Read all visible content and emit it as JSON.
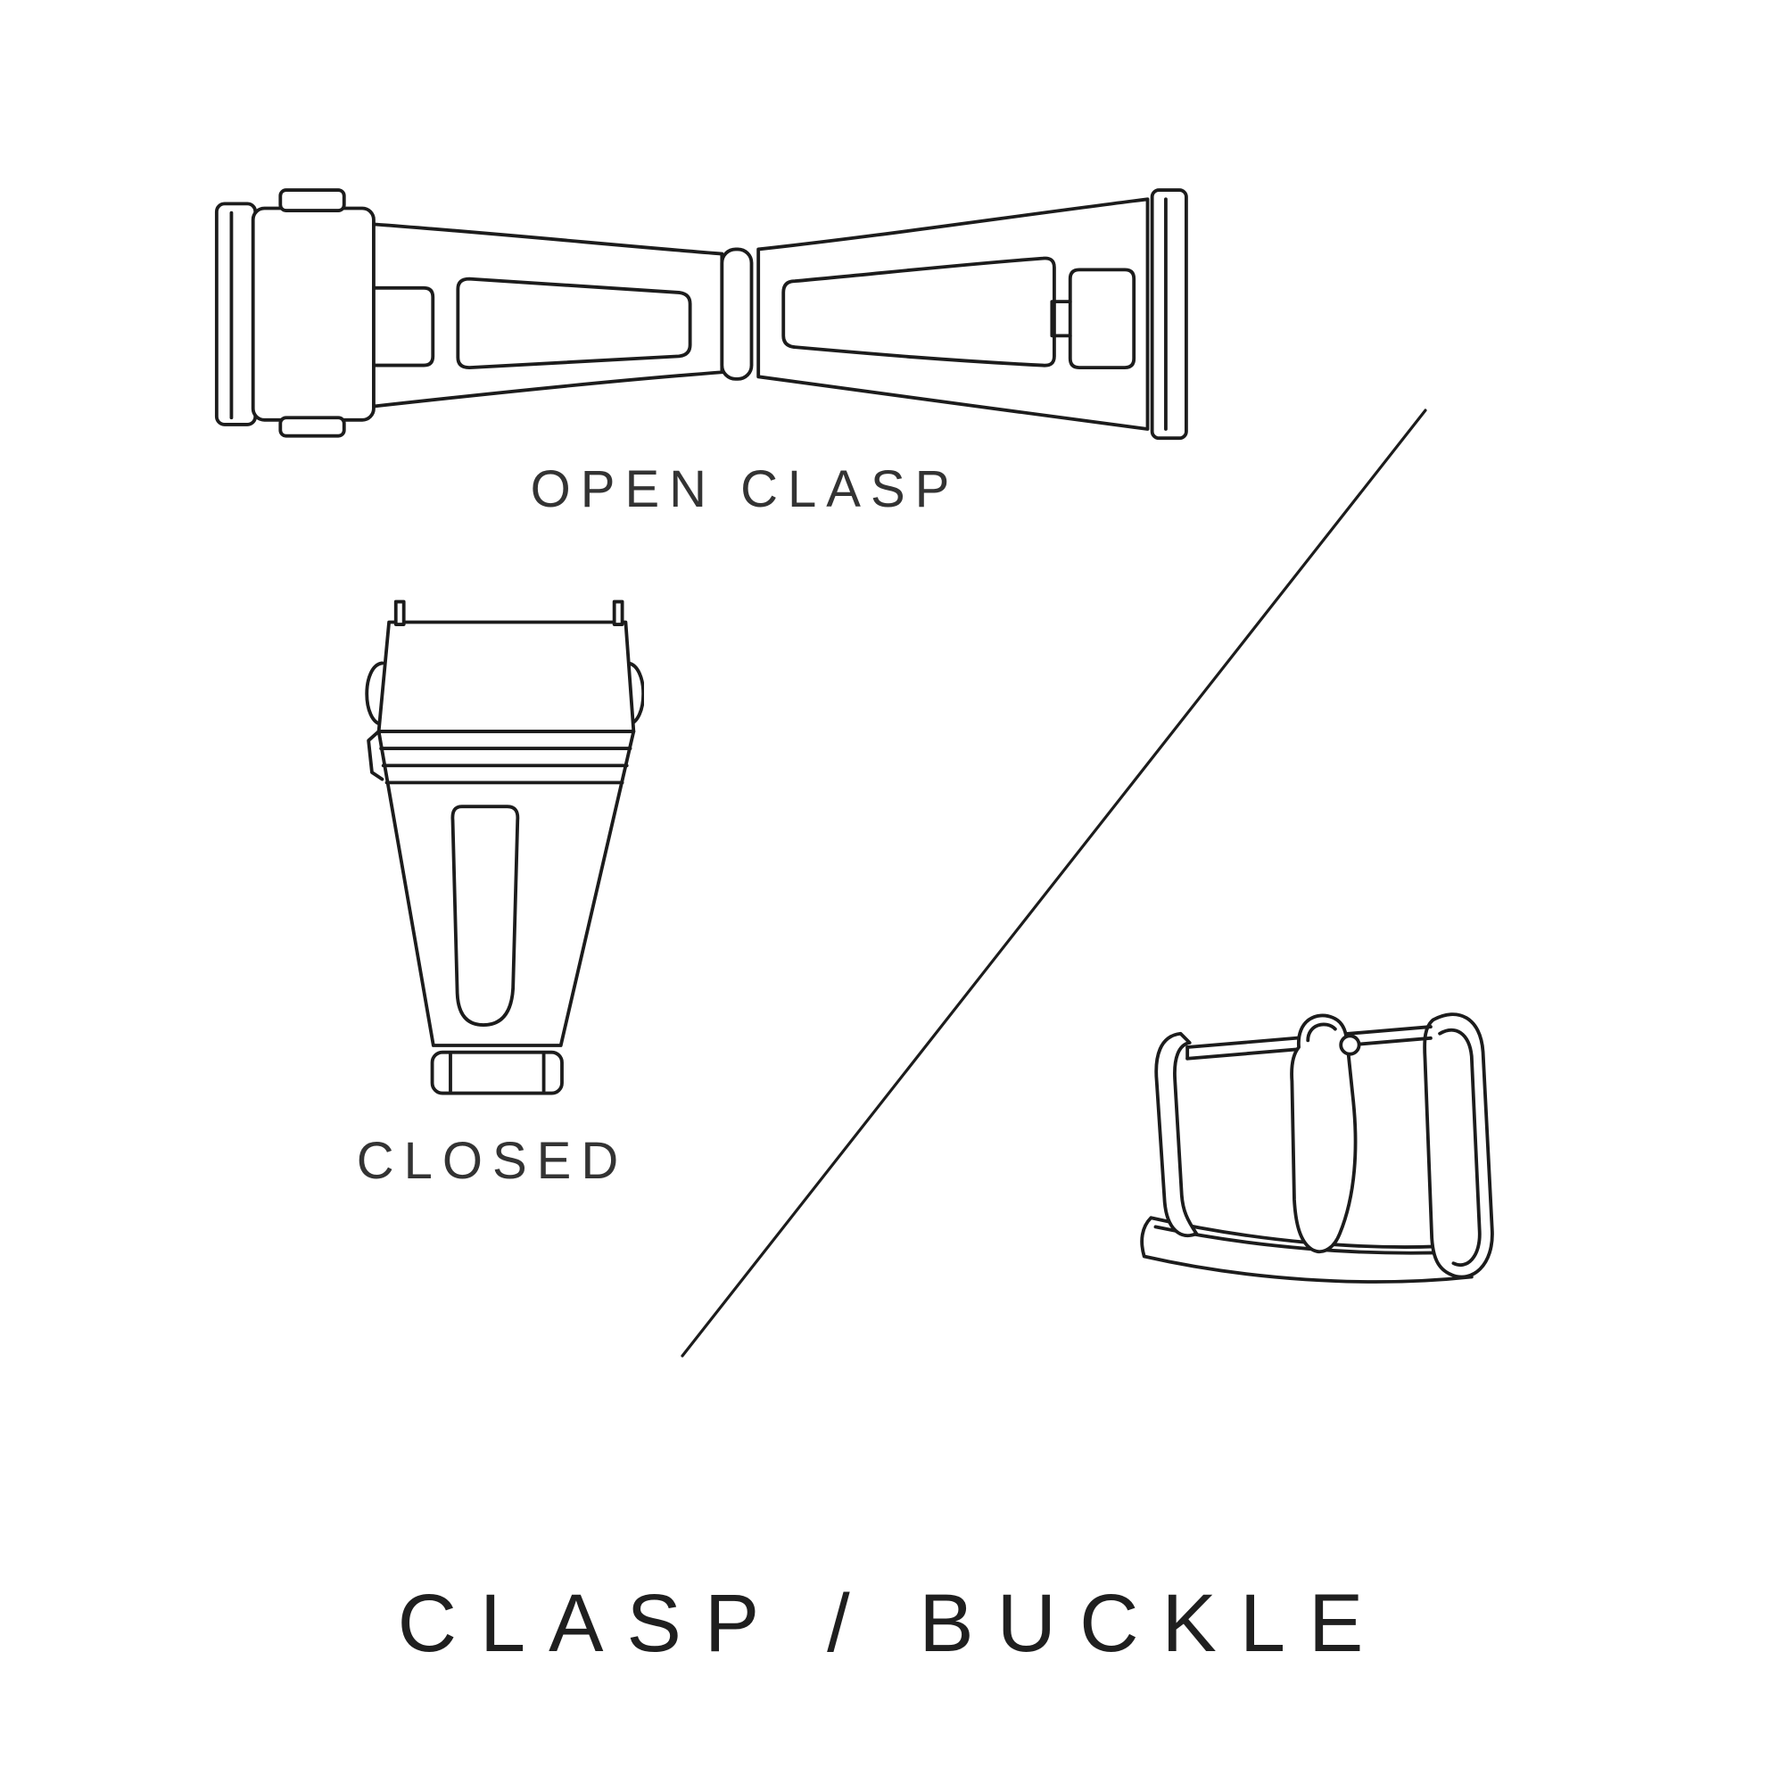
{
  "page": {
    "background": "#ffffff",
    "line_color": "#1c1c1c",
    "text_color": "#333333"
  },
  "diagram": {
    "open_clasp_label": "OPEN CLASP",
    "closed_label": "CLOSED",
    "title": "CLASP / BUCKLE",
    "illustrations": [
      {
        "name": "open-clasp-illustration"
      },
      {
        "name": "closed-clasp-illustration"
      },
      {
        "name": "tang-buckle-illustration"
      },
      {
        "name": "diagonal-divider-line"
      }
    ]
  }
}
